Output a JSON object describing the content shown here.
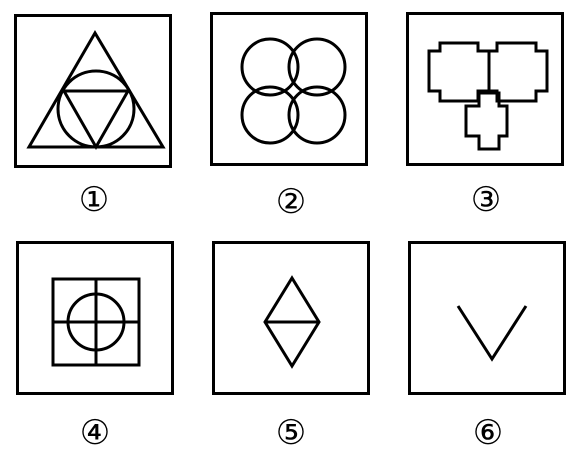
{
  "figures": [
    {
      "id": "1",
      "label": "①",
      "description_icon": "triangle-circle-triangle-icon"
    },
    {
      "id": "2",
      "label": "②",
      "description_icon": "four-circles-icon"
    },
    {
      "id": "3",
      "label": "③",
      "description_icon": "cross-shapes-icon"
    },
    {
      "id": "4",
      "label": "④",
      "description_icon": "square-circle-cross-icon"
    },
    {
      "id": "5",
      "label": "⑤",
      "description_icon": "rhombus-icon"
    },
    {
      "id": "6",
      "label": "⑥",
      "description_icon": "v-shape-icon"
    }
  ],
  "colors": {
    "stroke": "#000000",
    "background": "#ffffff"
  }
}
